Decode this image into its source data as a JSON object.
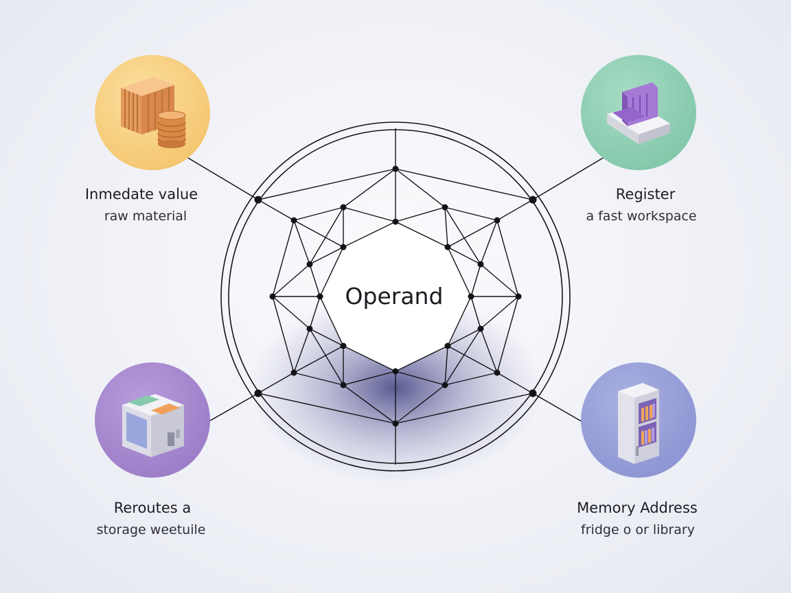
{
  "center": {
    "label": "Operand"
  },
  "nodes": [
    {
      "id": "immediate",
      "title": "Inmedate value",
      "subtitle": "raw material",
      "color": "#f6cf82",
      "icon": "stacked-blocks-and-coins-icon"
    },
    {
      "id": "register",
      "title": "Register",
      "subtitle": "a fast workspace",
      "color": "#8fcfb4",
      "icon": "workbench-icon"
    },
    {
      "id": "rerouted",
      "title": "Reroutes a",
      "subtitle": "storage weetuile",
      "color": "#a98bd1",
      "icon": "storage-box-icon"
    },
    {
      "id": "memory",
      "title": "Memory Address",
      "subtitle": "fridge o or library",
      "color": "#9aa3da",
      "icon": "fridge-bookshelf-icon"
    }
  ],
  "colors": {
    "line": "#141418",
    "shadow": "#4a4a8a",
    "center_fill": "#ffffff"
  }
}
